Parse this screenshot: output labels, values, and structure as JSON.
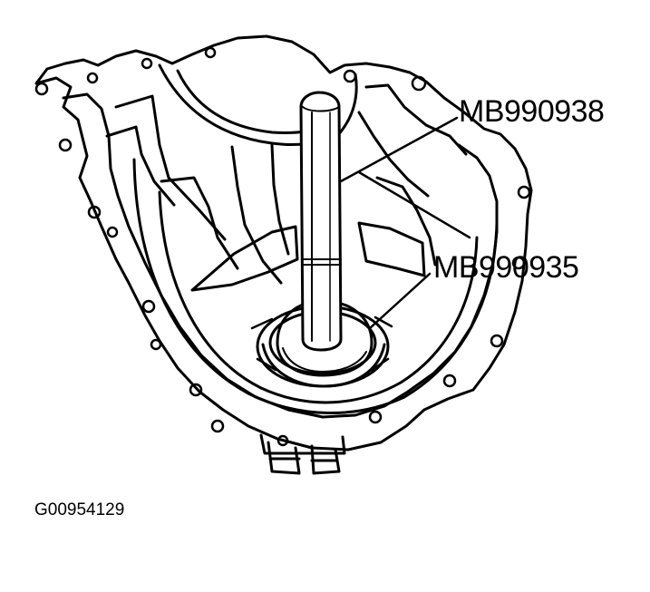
{
  "callouts": [
    {
      "text": "MB990938"
    },
    {
      "text": "MB990935"
    }
  ],
  "figure_code": "G00954129",
  "colors": {
    "ink": "#000000",
    "paper": "#ffffff"
  }
}
